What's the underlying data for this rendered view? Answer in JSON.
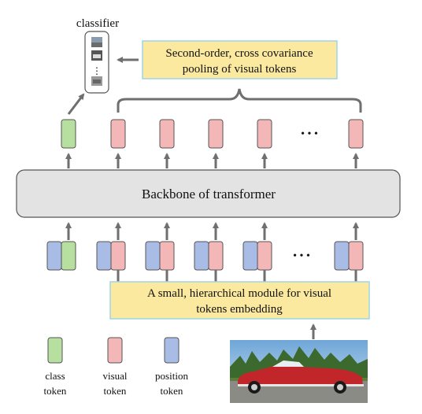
{
  "classifier": {
    "title": "classifier",
    "dots": "⋮"
  },
  "pooling_label": {
    "line1": "Second-order, cross covariance",
    "line2": "pooling of visual tokens"
  },
  "backbone_label": "Backbone of  transformer",
  "embedding_label": {
    "line1": "A small, hierarchical module for visual",
    "line2": "tokens embedding"
  },
  "ellipsis_top": "• • •",
  "ellipsis_bottom": "• • •",
  "legend": {
    "class": {
      "line1": "class",
      "line2": "token"
    },
    "visual": {
      "line1": "visual",
      "line2": "token"
    },
    "position": {
      "line1": "position",
      "line2": "token"
    }
  },
  "colors": {
    "class_token": "#b7dfa0",
    "visual_token": "#f4b7b7",
    "position_token": "#a9bce6",
    "label_box_fill": "#fbe9a0",
    "label_box_stroke": "#9fd3ea",
    "backbone_fill": "#e3e3e3",
    "arrow": "#6f6f6f"
  },
  "icons": [
    "classifier-thumbnail-icon",
    "car-photo-icon"
  ]
}
